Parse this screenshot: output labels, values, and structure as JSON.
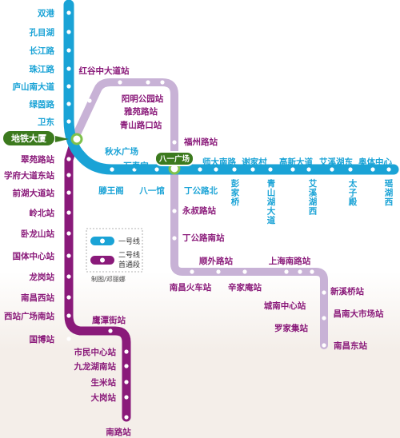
{
  "colors": {
    "line1": "#1aa3d6",
    "line2": "#8a1a7a",
    "line3": "#c8b2d6",
    "line3_text": "#9b76a8",
    "badge_bg": "#3c7a1e",
    "background_bottom": "#f4eee9"
  },
  "line1_stations": [
    "双港",
    "孔目湖",
    "长江路",
    "珠江路",
    "庐山南大道",
    "绿茵路",
    "卫东",
    "秋水广场",
    "滕王阁",
    "万寿宫",
    "八一馆",
    "八一广场",
    "丁公路北",
    "师大南路",
    "彭家桥",
    "谢家村",
    "青山湖大道",
    "高新大道",
    "艾溪湖西",
    "艾溪湖东",
    "太子殿",
    "奥体中心",
    "瑶湖西"
  ],
  "line2_stations": [
    "地铁大厦",
    "翠苑路站",
    "学府大道东站",
    "前湖大道站",
    "岭北站",
    "卧龙山站",
    "国体中心站",
    "龙岗站",
    "南昌西站",
    "西站广场南站",
    "国博站",
    "鹰潭街站",
    "市民中心站",
    "九龙湖南站",
    "生米站",
    "大岗站",
    "南路站"
  ],
  "line3_stations": [
    "红谷中大道站",
    "阳明公园站",
    "雅苑路站",
    "青山路口站",
    "福州路站",
    "永叔路站",
    "丁公路南站",
    "顺外路站",
    "南昌火车站",
    "辛家庵站",
    "上海南路站",
    "城南中心站",
    "罗家集站",
    "新溪桥站",
    "昌南大市场站",
    "南昌东站"
  ],
  "legend": {
    "line1": "一号线",
    "line2_a": "二号线",
    "line2_b": "首通段"
  },
  "credit": "制图/邓丽娜"
}
